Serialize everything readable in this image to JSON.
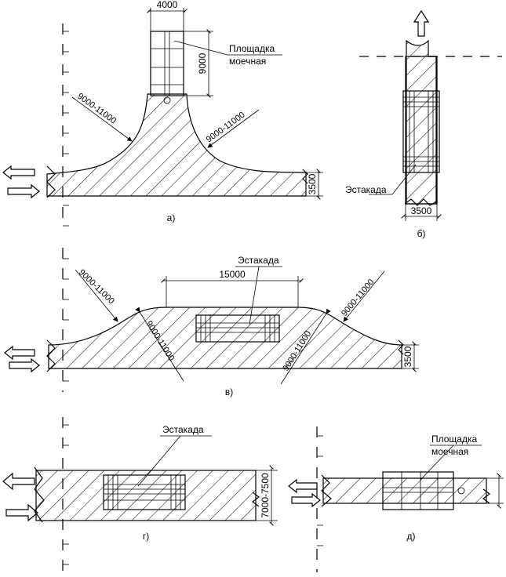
{
  "panels": {
    "a": {
      "caption": "а)",
      "dim_width": "4000",
      "dim_length": "9000",
      "dim_left_radius": "9000-11000",
      "dim_right_radius": "9000-11000",
      "dim_road": "3500",
      "label_pad": "Площадка\nмоечная",
      "label_pad_line1": "Площадка",
      "label_pad_line2": "моечная"
    },
    "b": {
      "caption": "б)",
      "dim_road": "3500",
      "label_ramp": "Эстакада"
    },
    "v": {
      "caption": "в)",
      "dim_top": "15000",
      "dim_left_outer": "9000-11000",
      "dim_right_outer": "9000-11000",
      "dim_left_inner": "9000-11000",
      "dim_right_inner": "9000-11000",
      "dim_road": "3500",
      "label_ramp": "Эстакада"
    },
    "g": {
      "caption": "г)",
      "dim_road": "7000-7500",
      "label_ramp": "Эстакада"
    },
    "d": {
      "caption": "д)",
      "label_pad_line1": "Площадка",
      "label_pad_line2": "моечная"
    }
  }
}
